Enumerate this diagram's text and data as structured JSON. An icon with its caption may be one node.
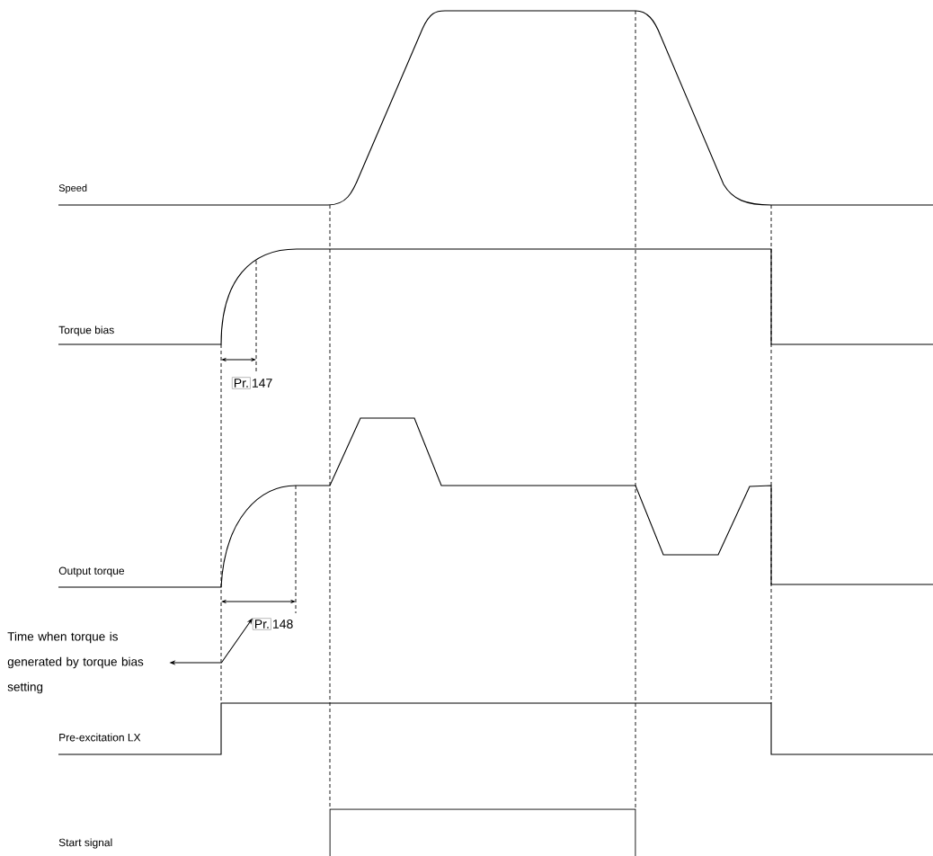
{
  "diagram": {
    "nodes": [
      {
        "text": [
          "Pr."
        ],
        "beside": [
          "147"
        ]
      },
      {
        "text": [
          "Pr."
        ],
        "beside": [
          "148"
        ]
      },
      {
        "text": [
          "Time when torque is generated by torque bias setting"
        ]
      }
    ],
    "edges": [
      {
        "from": 2,
        "to": 1,
        "arrow": "both"
      }
    ],
    "labels": [
      "Speed",
      "Torque bias",
      "Output torque",
      "Pre-excitation LX",
      "Start signal"
    ]
  }
}
